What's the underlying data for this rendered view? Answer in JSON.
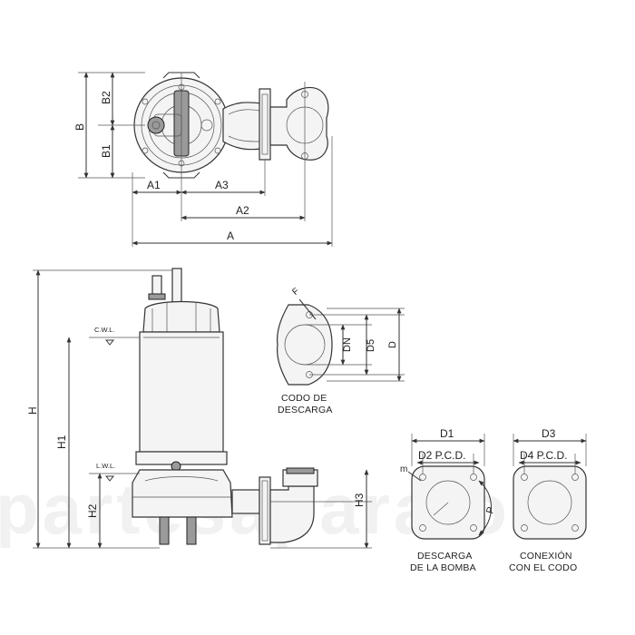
{
  "watermark": "partesaparatos",
  "top_view": {
    "labels": {
      "a": "A",
      "a1": "A1",
      "a2": "A2",
      "a3": "A3",
      "b": "B",
      "b1": "B1",
      "b2": "B2"
    }
  },
  "side_view": {
    "labels": {
      "h": "H",
      "h1": "H1",
      "h2": "H2",
      "h3": "H3",
      "cwl": "C.W.L.",
      "lwl": "L.W.L."
    }
  },
  "elbow_detail": {
    "labels": {
      "f": "F",
      "dn": "DN",
      "d5": "D5",
      "d": "D"
    },
    "caption_line1": "CODO DE",
    "caption_line2": "DESCARGA"
  },
  "pump_flange": {
    "labels": {
      "d1": "D1",
      "d2": "D2 P.C.D.",
      "p": "P",
      "m": "m"
    },
    "caption_line1": "DESCARGA",
    "caption_line2": "DE LA BOMBA"
  },
  "elbow_flange": {
    "labels": {
      "d3": "D3",
      "d4": "D4 P.C.D."
    },
    "caption_line1": "CONEXIÓN",
    "caption_line2": "CON EL CODO"
  }
}
